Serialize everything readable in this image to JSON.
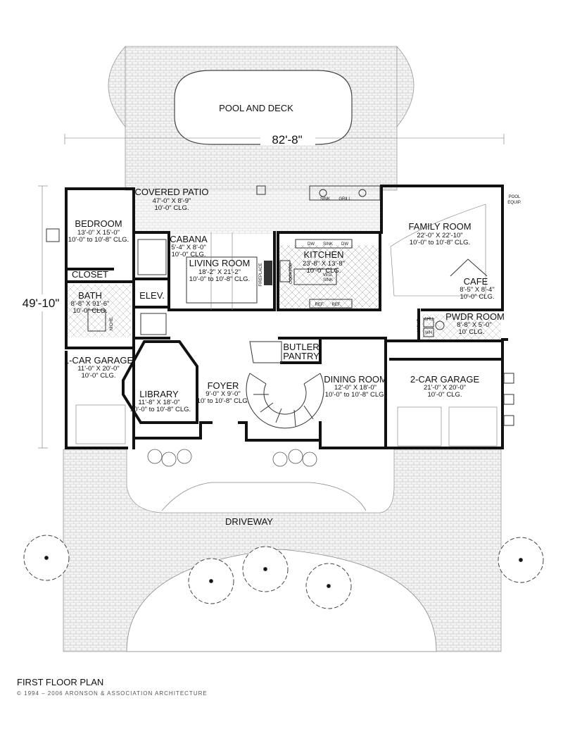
{
  "rooms": {
    "pool": "POOL AND DECK",
    "covered_patio": {
      "name": "COVERED PATIO",
      "dim1": "47'-0\" X 8'-9\"",
      "dim2": "10'-0\" CLG."
    },
    "bedroom": {
      "name": "BEDROOM",
      "dim1": "13'-0\" X 15'-0\"",
      "dim2": "10'-0\" to 10'-8\" CLG."
    },
    "closet": "CLOSET",
    "bath": {
      "name": "BATH",
      "dim1": "8'-8\" X 91'-6\"",
      "dim2": "10'-0\" CLG."
    },
    "elev": "ELEV.",
    "cabana": {
      "name": "CABANA",
      "dim1": "5'-4\" X 8'-0\"",
      "dim2": "10'-0\" CLG."
    },
    "living_room": {
      "name": "LIVING ROOM",
      "dim1": "18'-2\" X 21'-2\"",
      "dim2": "10'-0\" to 10'-8\" CLG."
    },
    "kitchen": {
      "name": "KITCHEN",
      "dim1": "23'-8\" X 13'-8\"",
      "dim2": "10'-0\" CLG."
    },
    "family_room": {
      "name": "FAMILY ROOM",
      "dim1": "22'-0\" X 22'-10\"",
      "dim2": "10'-0\" to 10'-8\" CLG."
    },
    "cafe": {
      "name": "CAFE",
      "dim1": "8'-5\" X 8'-4\"",
      "dim2": "10'-0\" CLG."
    },
    "pwdr_room": {
      "name": "PWDR ROOM",
      "dim1": "8'-8\" X 5'-0\"",
      "dim2": "10' CLG."
    },
    "one_car_garage": {
      "name": "1-CAR GARAGE",
      "dim1": "11'-0\" X 20'-0\"",
      "dim2": "10'-0\" CLG."
    },
    "library": {
      "name": "LIBRARY",
      "dim1": "11'-8\" X 18'-0\"",
      "dim2": "10'-0\" to 10'-8\" CLG."
    },
    "foyer": {
      "name": "FOYER",
      "dim1": "9'-0\" X 9'-0\"",
      "dim2": "10' to 10'-8\" CLG."
    },
    "butler_pantry": {
      "line1": "BUTLER",
      "line2": "PANTRY"
    },
    "dining_room": {
      "name": "DINING ROOM",
      "dim1": "12'-0\" X 18'-0\"",
      "dim2": "10'-0\" to 10'-8\" CLG."
    },
    "two_car_garage": {
      "name": "2-CAR GARAGE",
      "dim1": "21'-0\" X 20'-0\"",
      "dim2": "10'-0\" CLG."
    },
    "driveway": "DRIVEWAY"
  },
  "fixtures": {
    "sink": "SINK",
    "grill": "GRILL",
    "dw": "DW",
    "fireplace": "FIREPLACE",
    "cooktop": "COOKTOP",
    "veg_sink_1": "VEG.",
    "veg_sink_2": "SINK",
    "ref": "REF.",
    "ahu": "AHU",
    "wh": "WH",
    "niche": "NICHE",
    "pool_equip_1": "POOL",
    "pool_equip_2": "EQUIP."
  },
  "dimensions": {
    "width": "82'-8\"",
    "depth": "49'-10\""
  },
  "footer": {
    "title": "FIRST FLOOR PLAN",
    "copyright": "© 1994 – 2006 ARONSON & ASSOCIATION ARCHITECTURE"
  },
  "colors": {
    "wall": "#111111",
    "paving": "#c8c8c8",
    "background": "#ffffff"
  }
}
